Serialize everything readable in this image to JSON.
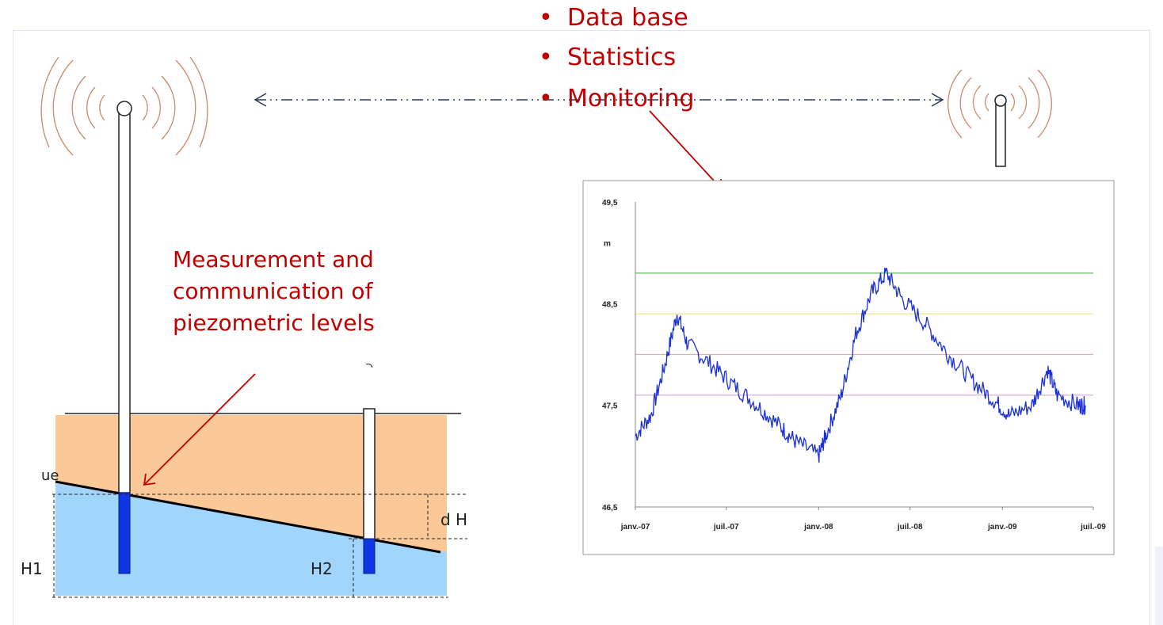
{
  "bullets": [
    "Data base",
    "Statistics",
    "Monitoring"
  ],
  "caption": [
    "Measurement and",
    "communication of",
    "piezometric levels"
  ],
  "diagram": {
    "label_h1": "H1",
    "label_h2": "H2",
    "label_dh": "d H",
    "label_edge": "ue",
    "colors": {
      "soil": "#fbc897",
      "water": "#a2d5fb",
      "probe": "#0f36e4",
      "red_arrow": "#c00000",
      "link_arrow": "#2b3a5a",
      "waves": "#c88a6a"
    }
  },
  "chart_data": {
    "type": "line",
    "ylabel": "m",
    "ylim": [
      46.5,
      49.5
    ],
    "yticks": [
      "49,5",
      "48,5",
      "47,5",
      "46,5"
    ],
    "xticks": [
      "janv.-07",
      "juil.-07",
      "janv.-08",
      "juil.-08",
      "janv.-09",
      "juil.-09"
    ],
    "thresholds": [
      {
        "value": 48.8,
        "color": "#4caf50"
      },
      {
        "value": 48.4,
        "color": "#f0e07a"
      },
      {
        "value": 48.0,
        "color": "#f4a7a7"
      },
      {
        "value": 47.6,
        "color": "#d9a7d9"
      }
    ],
    "series": [
      {
        "color": "#1a2fd4",
        "points": [
          [
            "2007-01-01",
            47.2
          ],
          [
            "2007-02-01",
            47.4
          ],
          [
            "2007-03-01",
            47.9
          ],
          [
            "2007-03-25",
            48.4
          ],
          [
            "2007-04-15",
            48.1
          ],
          [
            "2007-06-01",
            47.9
          ],
          [
            "2007-07-15",
            47.7
          ],
          [
            "2007-09-01",
            47.5
          ],
          [
            "2007-10-15",
            47.3
          ],
          [
            "2007-11-15",
            47.15
          ],
          [
            "2008-01-01",
            47.0
          ],
          [
            "2008-01-15",
            47.2
          ],
          [
            "2008-02-15",
            47.6
          ],
          [
            "2008-03-15",
            48.2
          ],
          [
            "2008-04-15",
            48.6
          ],
          [
            "2008-05-15",
            48.8
          ],
          [
            "2008-06-15",
            48.55
          ],
          [
            "2008-08-01",
            48.3
          ],
          [
            "2008-09-15",
            48.0
          ],
          [
            "2008-11-01",
            47.75
          ],
          [
            "2008-12-15",
            47.55
          ],
          [
            "2009-01-15",
            47.4
          ],
          [
            "2009-03-01",
            47.5
          ],
          [
            "2009-04-01",
            47.85
          ],
          [
            "2009-04-20",
            47.6
          ],
          [
            "2009-06-01",
            47.5
          ],
          [
            "2009-06-15",
            47.5
          ]
        ]
      }
    ]
  }
}
